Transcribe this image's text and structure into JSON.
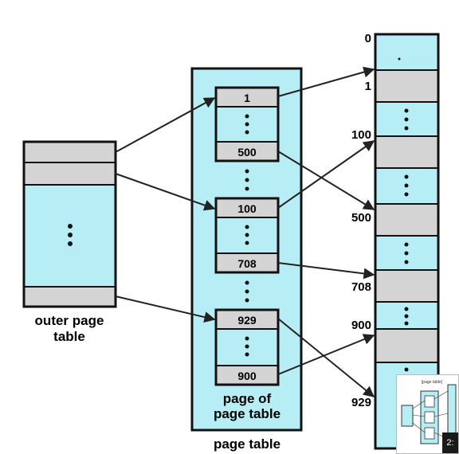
{
  "diagram": {
    "outer_page_table_label": [
      "outer page",
      "table"
    ],
    "page_of_page_table_label": [
      "page of",
      "page table"
    ],
    "page_table_label": "page table",
    "inner_tables": [
      {
        "top": "1",
        "bottom": "500"
      },
      {
        "top": "100",
        "bottom": "708"
      },
      {
        "top": "929",
        "bottom": "900"
      }
    ],
    "memory_labels": [
      "0",
      "1",
      "100",
      "500",
      "708",
      "900",
      "929"
    ],
    "colors": {
      "light_blue": "#b7eef6",
      "gray": "#d4d4d4",
      "border": "#111111",
      "arrow": "#222222"
    }
  },
  "video_overlay": {
    "thumbnail_caption": "[page table]",
    "time_badge": "2:"
  }
}
